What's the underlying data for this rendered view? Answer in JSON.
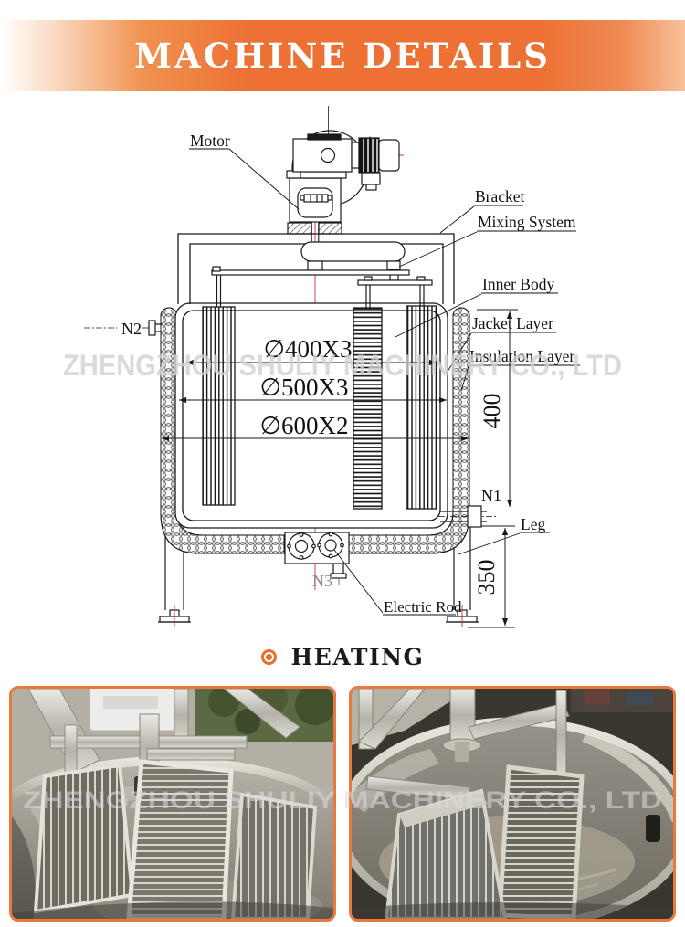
{
  "header": {
    "title": "MACHINE DETAILS",
    "accent_color": "#ed7134"
  },
  "diagram": {
    "watermark": "ZHENGZHOU SHULIY MACHINERY CO., LTD",
    "labels": {
      "motor": "Motor",
      "bracket": "Bracket",
      "mixing_system": "Mixing System",
      "inner_body": "Inner Body",
      "jacket_layer": "Jacket Layer",
      "insulation_layer": "Insulation Layer",
      "leg": "Leg",
      "electric_rod": "Electric Rod",
      "nozzle_n1": "N1",
      "nozzle_n2": "N2",
      "nozzle_n3": "N3"
    },
    "dimensions": {
      "inner_diameter": "∅400X3",
      "jacket_diameter": "∅500X3",
      "outer_diameter": "∅600X2",
      "body_height": "400",
      "leg_height": "350"
    },
    "colors": {
      "line": "#1a1a1a",
      "centerline": "#cc3333",
      "watermark": "#d2d2d2"
    }
  },
  "heating_section": {
    "title": "HEATING",
    "bullet_color": "#e8702e"
  },
  "photos": {
    "watermark": "ZHENGZHOU SHULIY MACHINERY CO., LTD",
    "frame_color": "#e8793f"
  }
}
